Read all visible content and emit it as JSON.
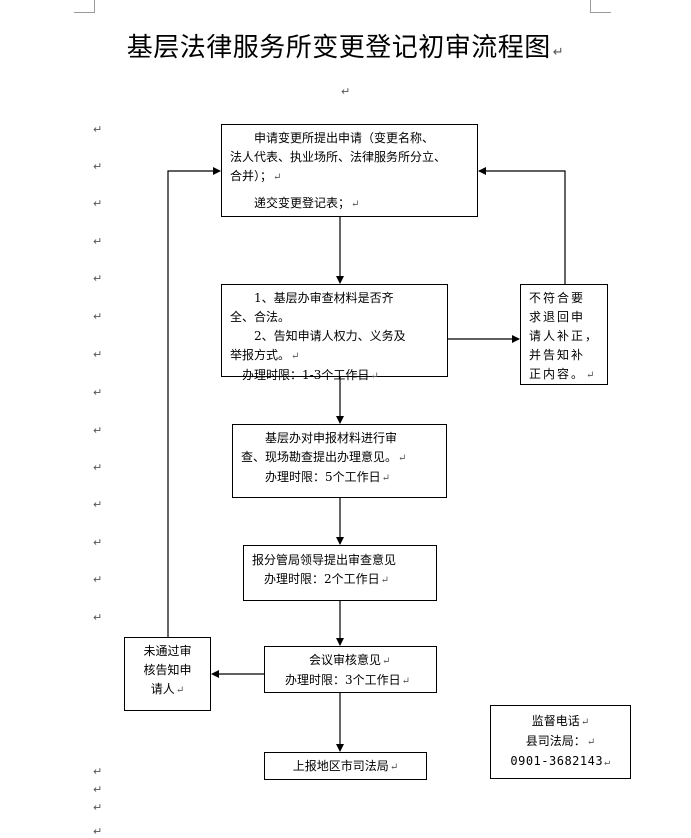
{
  "title": "基层法律服务所变更登记初审流程图",
  "para_mark": "↵",
  "boxes": {
    "apply": {
      "lines": [
        "申请变更所提出申请（变更名称、",
        "法人代表、执业场所、法律服务所分立、",
        "合并）；",
        "递交变更登记表；"
      ]
    },
    "review": {
      "lines": [
        "1、基层办审查材料是否齐",
        "全、合法。",
        "2、告知申请人权力、义务及",
        "举报方式。",
        "办理时限：1-3个工作日"
      ]
    },
    "inspect": {
      "lines": [
        "基层办对申报材料进行审",
        "查、现场勘查提出办理意见。",
        "办理时限：5个工作日"
      ]
    },
    "leader": {
      "lines": [
        "报分管局领导提出审查意见",
        "办理时限：2个工作日"
      ]
    },
    "meeting": {
      "lines": [
        "会议审核意见",
        "办理时限：3个工作日"
      ]
    },
    "report": {
      "lines": [
        "上报地区市司法局"
      ]
    },
    "reject": {
      "lines": [
        "不符合要",
        "求退回申",
        "请人补正，",
        "并告知补",
        "正内容。"
      ]
    },
    "notify": {
      "lines": [
        "未通过审",
        "核告知申",
        "请人"
      ]
    },
    "supervision": {
      "lines": [
        "监督电话",
        "县司法局：",
        "0901-3682143"
      ]
    }
  }
}
